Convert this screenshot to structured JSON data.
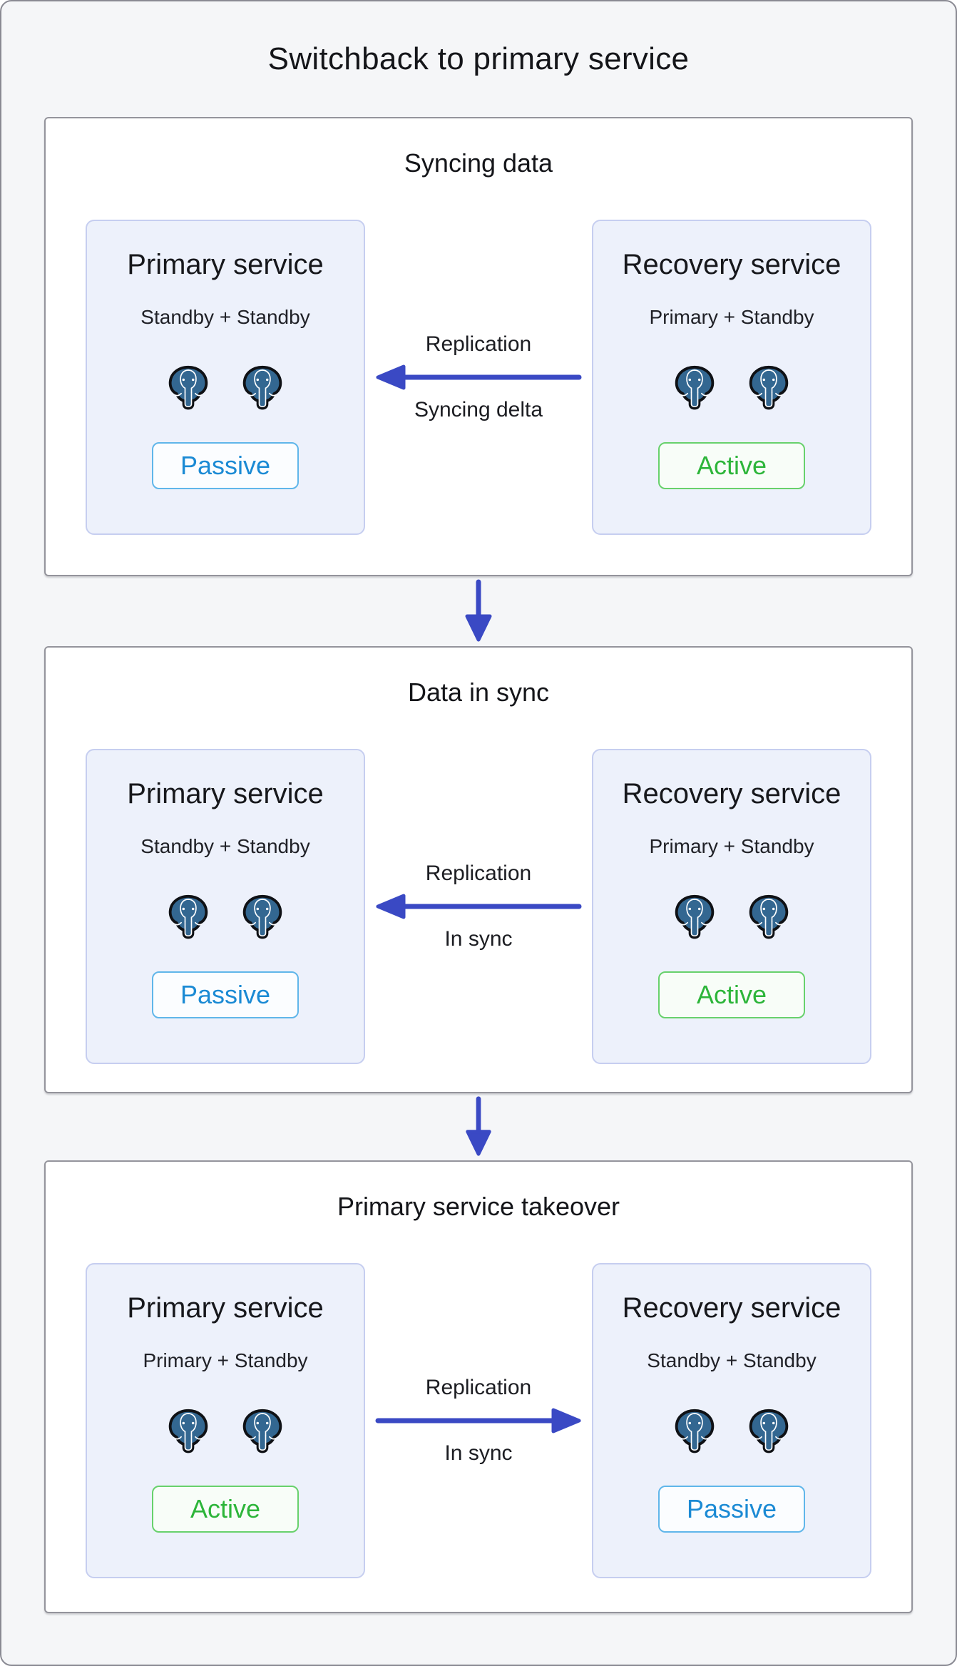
{
  "page": {
    "title": "Switchback to primary service"
  },
  "colors": {
    "page_background": "#f5f6f8",
    "stage_background": "#ffffff",
    "stage_border": "#94949c",
    "card_background": "#edf1fb",
    "card_border": "#c6cef0",
    "arrow_accent": "#3a49c4",
    "passive_text": "#1b8ad4",
    "passive_border": "#60b6ea",
    "active_text": "#2db53a",
    "active_border": "#68d16c",
    "elephant_blue": "#336791"
  },
  "flow_arrows": [
    "down",
    "down"
  ],
  "sections": [
    {
      "title": "Syncing data",
      "left": {
        "title": "Primary service",
        "subtitle": "Standby + Standby",
        "badge": "Passive",
        "icon": "postgresql-elephant",
        "icon_count": 2
      },
      "right": {
        "title": "Recovery service",
        "subtitle": "Primary + Standby",
        "badge": "Active",
        "icon": "postgresql-elephant",
        "icon_count": 2
      },
      "arrow": {
        "direction": "left",
        "label_top": "Replication",
        "label_bottom": "Syncing delta"
      }
    },
    {
      "title": "Data in sync",
      "left": {
        "title": "Primary service",
        "subtitle": "Standby + Standby",
        "badge": "Passive",
        "icon": "postgresql-elephant",
        "icon_count": 2
      },
      "right": {
        "title": "Recovery service",
        "subtitle": "Primary + Standby",
        "badge": "Active",
        "icon": "postgresql-elephant",
        "icon_count": 2
      },
      "arrow": {
        "direction": "left",
        "label_top": "Replication",
        "label_bottom": "In sync"
      }
    },
    {
      "title": "Primary service takeover",
      "left": {
        "title": "Primary service",
        "subtitle": "Primary + Standby",
        "badge": "Active",
        "icon": "postgresql-elephant",
        "icon_count": 2
      },
      "right": {
        "title": "Recovery service",
        "subtitle": "Standby + Standby",
        "badge": "Passive",
        "icon": "postgresql-elephant",
        "icon_count": 2
      },
      "arrow": {
        "direction": "right",
        "label_top": "Replication",
        "label_bottom": "In sync"
      }
    }
  ]
}
